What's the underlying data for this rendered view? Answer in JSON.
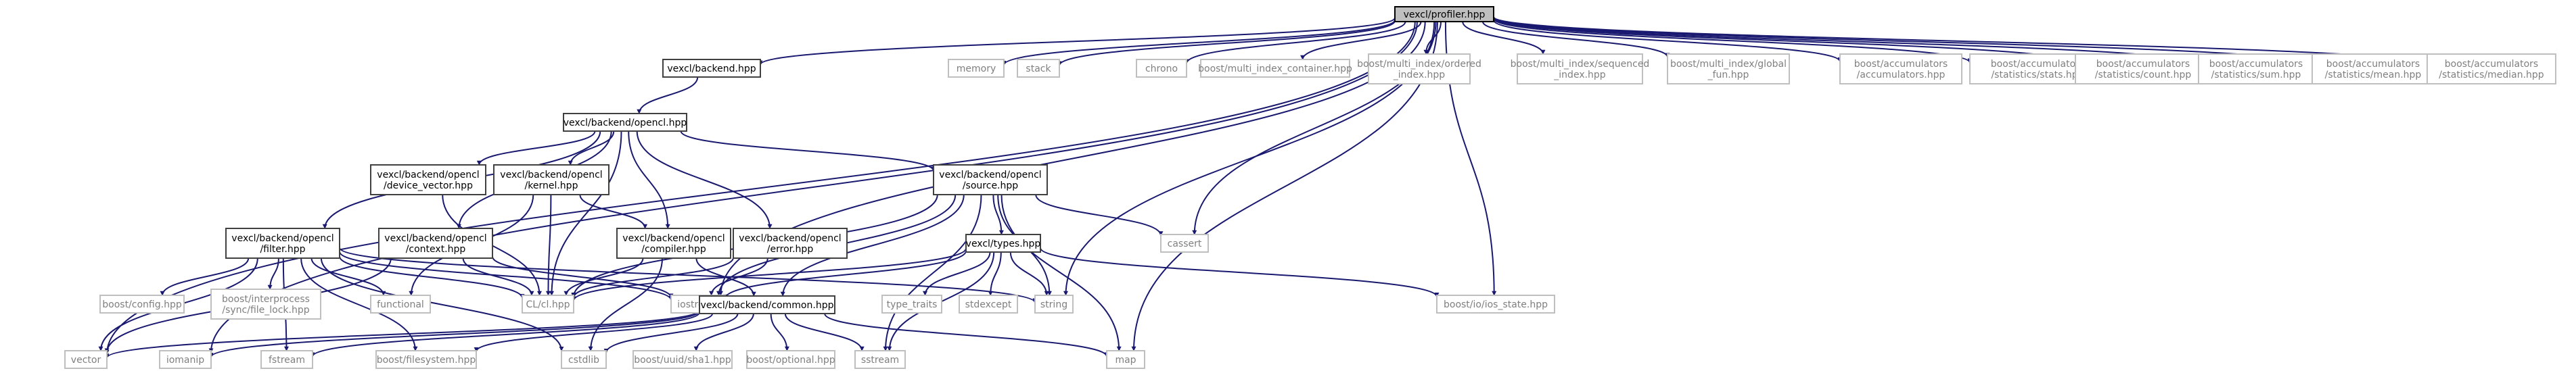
{
  "graph": {
    "edge_color": "#191970",
    "external_border": "#bfbfbf",
    "internal_border": "#404040",
    "root_fill": "#bfbfbf",
    "nodes": {
      "root": [
        "vexcl/profiler.hpp"
      ],
      "backend": [
        "vexcl/backend.hpp"
      ],
      "memory": [
        "memory"
      ],
      "stack": [
        "stack"
      ],
      "chrono": [
        "chrono"
      ],
      "mic": [
        "boost/multi_index_container.hpp"
      ],
      "mio": [
        "boost/multi_index/ordered",
        "_index.hpp"
      ],
      "mis": [
        "boost/multi_index/sequenced",
        "_index.hpp"
      ],
      "mig": [
        "boost/multi_index/global",
        "_fun.hpp"
      ],
      "acc": [
        "boost/accumulators",
        "/accumulators.hpp"
      ],
      "stats": [
        "boost/accumulators",
        "/statistics/stats.hpp"
      ],
      "count": [
        "boost/accumulators",
        "/statistics/count.hpp"
      ],
      "sum": [
        "boost/accumulators",
        "/statistics/sum.hpp"
      ],
      "mean": [
        "boost/accumulators",
        "/statistics/mean.hpp"
      ],
      "median": [
        "boost/accumulators",
        "/statistics/median.hpp"
      ],
      "opencl": [
        "vexcl/backend/opencl.hpp"
      ],
      "devvec": [
        "vexcl/backend/opencl",
        "/device_vector.hpp"
      ],
      "kernel": [
        "vexcl/backend/opencl",
        "/kernel.hpp"
      ],
      "source": [
        "vexcl/backend/opencl",
        "/source.hpp"
      ],
      "filter": [
        "vexcl/backend/opencl",
        "/filter.hpp"
      ],
      "context": [
        "vexcl/backend/opencl",
        "/context.hpp"
      ],
      "compiler": [
        "vexcl/backend/opencl",
        "/compiler.hpp"
      ],
      "error": [
        "vexcl/backend/opencl",
        "/error.hpp"
      ],
      "types": [
        "vexcl/types.hpp"
      ],
      "cassert": [
        "cassert"
      ],
      "bconfig": [
        "boost/config.hpp"
      ],
      "interproc": [
        "boost/interprocess",
        "/sync/file_lock.hpp"
      ],
      "functional": [
        "functional"
      ],
      "clhpp": [
        "CL/cl.hpp"
      ],
      "iostream": [
        "iostream"
      ],
      "typetraits": [
        "type_traits"
      ],
      "stdexcept": [
        "stdexcept"
      ],
      "string": [
        "string"
      ],
      "iosstate": [
        "boost/io/ios_state.hpp"
      ],
      "common": [
        "vexcl/backend/common.hpp"
      ],
      "vector": [
        "vector"
      ],
      "iomanip": [
        "iomanip"
      ],
      "fstream": [
        "fstream"
      ],
      "bfs": [
        "boost/filesystem.hpp"
      ],
      "cstdlib": [
        "cstdlib"
      ],
      "sha1": [
        "boost/uuid/sha1.hpp"
      ],
      "optional": [
        "boost/optional.hpp"
      ],
      "sstream": [
        "sstream"
      ],
      "map": [
        "map"
      ]
    }
  }
}
